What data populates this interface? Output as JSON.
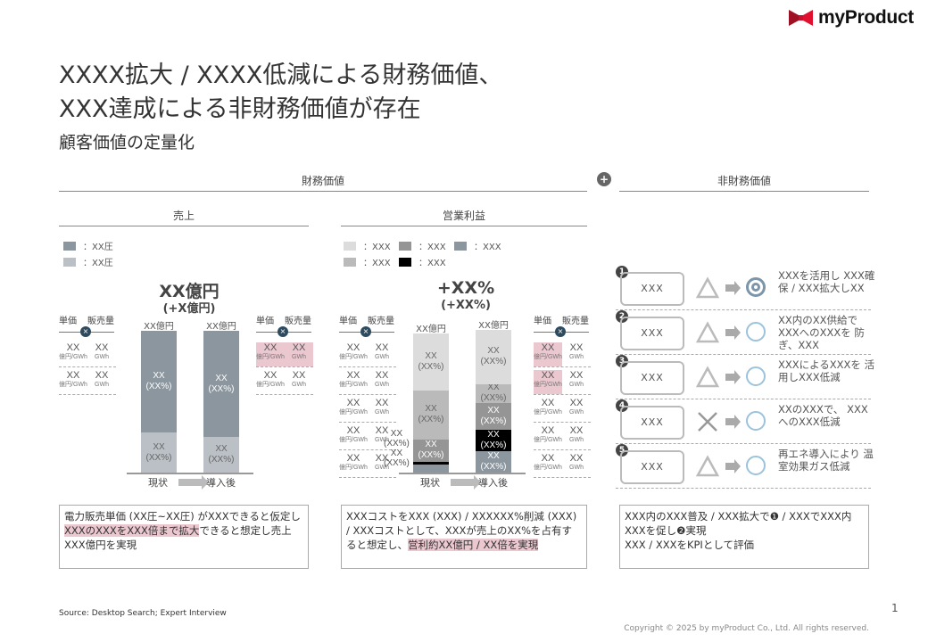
{
  "brand": {
    "name": "myProduct",
    "color": "#c8102e"
  },
  "title": {
    "line1": "XXXX拡大 / XXXX低減による財務価値、",
    "line2": "XXX達成による非財務価値が存在",
    "subtitle": "顧客価値の定量化"
  },
  "sections": {
    "financial": "財務価値",
    "plus": "+",
    "non_financial": "非財務価値",
    "sales": "売上",
    "op_profit": "営業利益"
  },
  "sales_chart": {
    "legend": [
      {
        "label": "：XX圧",
        "color": "#8b969e"
      },
      {
        "label": "：XX圧",
        "color": "#bac0c6"
      }
    ],
    "headline": "XX億円",
    "sub": "(+X億円)",
    "x_labels": [
      "現状",
      "導入後"
    ],
    "bars": [
      {
        "total": "XX億円",
        "segments": [
          {
            "v": "XX",
            "p": "(XX%)",
            "share": 72,
            "color": "#8b969e"
          },
          {
            "v": "XX",
            "p": "(XX%)",
            "share": 28,
            "color": "#bac0c6"
          }
        ]
      },
      {
        "total": "XX億円",
        "segments": [
          {
            "v": "XX",
            "p": "(XX%)",
            "share": 75,
            "color": "#8b969e"
          },
          {
            "v": "XX",
            "p": "(XX%)",
            "share": 25,
            "color": "#bac0c6"
          }
        ]
      }
    ],
    "side_header": [
      "単価",
      "販売量"
    ],
    "mult": "×",
    "left_rows": [
      {
        "a": "XX",
        "au": "億円/GWh",
        "b": "XX",
        "bu": "GWh"
      },
      {
        "a": "XX",
        "au": "億円/GWh",
        "b": "XX",
        "bu": "GWh"
      }
    ],
    "right_rows": [
      {
        "a": "XX",
        "au": "億円/GWh",
        "b": "XX",
        "bu": "GWh",
        "ha": true,
        "hb": true
      },
      {
        "a": "XX",
        "au": "億円/GWh",
        "b": "XX",
        "bu": "GWh"
      }
    ]
  },
  "profit_chart": {
    "legend": [
      {
        "label": "：XXX",
        "color": "#dcdcdc"
      },
      {
        "label": "：XXX",
        "color": "#959595"
      },
      {
        "label": "：XXX",
        "color": "#8b969e"
      },
      {
        "label": "：XXX",
        "color": "#bababa"
      },
      {
        "label": "：XXX",
        "color": "#000000"
      }
    ],
    "headline": "+XX%",
    "sub": "(+XX%)",
    "x_labels": [
      "現状",
      "導入後"
    ],
    "bars": [
      {
        "total": "XX億円",
        "segments": [
          {
            "v": "XX",
            "p": "(XX%)",
            "share": 41,
            "color": "#dcdcdc"
          },
          {
            "v": "XX",
            "p": "(XX%)",
            "share": 35,
            "color": "#bababa"
          },
          {
            "v": "XX",
            "p": "(XX%)",
            "share": 16,
            "color": "#959595"
          },
          {
            "v": "",
            "p": "",
            "share": 2,
            "color": "#000000"
          },
          {
            "v": "",
            "p": "",
            "share": 6,
            "color": "#8b969e"
          }
        ]
      },
      {
        "total": "XX億円",
        "segments": [
          {
            "v": "XX",
            "p": "(XX%)",
            "share": 38,
            "color": "#dcdcdc"
          },
          {
            "v": "XX",
            "p": "(XX%)",
            "share": 13,
            "color": "#bababa"
          },
          {
            "v": "XX",
            "p": "(XX%)",
            "share": 19,
            "color": "#959595"
          },
          {
            "v": "XX",
            "p": "(XX%)",
            "share": 15,
            "color": "#000000"
          },
          {
            "v": "XX",
            "p": "(XX%)",
            "share": 15,
            "color": "#8b969e"
          }
        ]
      }
    ],
    "small_labels": [
      {
        "v": "XX",
        "p": "(XX%)"
      },
      {
        "v": "XX",
        "p": "(XX%)"
      }
    ],
    "side_header": [
      "単価",
      "販売量"
    ],
    "mult": "×",
    "left_rows": [
      {
        "a": "XX",
        "au": "億円/GWh",
        "b": "XX",
        "bu": "GWh"
      },
      {
        "a": "XX",
        "au": "億円/GWh",
        "b": "XX",
        "bu": "GWh"
      },
      {
        "a": "XX",
        "au": "億円/GWh",
        "b": "XX",
        "bu": "GWh"
      },
      {
        "a": "XX",
        "au": "億円/GWh",
        "b": "XX",
        "bu": "GWh"
      },
      {
        "a": "XX",
        "au": "億円/GWh",
        "b": "XX",
        "bu": "GWh"
      }
    ],
    "right_rows": [
      {
        "a": "XX",
        "au": "億円/GWh",
        "b": "XX",
        "bu": "GWh",
        "ha": true
      },
      {
        "a": "XX",
        "au": "億円/GWh",
        "b": "XX",
        "bu": "GWh",
        "ha": true
      },
      {
        "a": "XX",
        "au": "億円/GWh",
        "b": "XX",
        "bu": "GWh"
      },
      {
        "a": "XX",
        "au": "億円/GWh",
        "b": "XX",
        "bu": "GWh"
      },
      {
        "a": "XX",
        "au": "億円/GWh",
        "b": "XX",
        "bu": "GWh"
      }
    ]
  },
  "non_financial": [
    {
      "num": "1",
      "box": "XXX",
      "from": "triangle",
      "to": "double-circle",
      "text": "XXXを活用し XXX確保 / XXX拡大しXX"
    },
    {
      "num": "2",
      "box": "XXX",
      "from": "triangle",
      "to": "circle",
      "text": "XX内のXX供給で XXXへのXXXを 防ぎ、XXX"
    },
    {
      "num": "3",
      "box": "XXX",
      "from": "triangle",
      "to": "circle",
      "text": "XXXによるXXXを 活用しXXX低減"
    },
    {
      "num": "4",
      "box": "XXX",
      "from": "cross",
      "to": "circle",
      "text": "XXのXXXで、 XXXへのXXX低減"
    },
    {
      "num": "5",
      "box": "XXX",
      "from": "triangle",
      "to": "circle",
      "text": "再エネ導入により 温室効果ガス低減"
    }
  ],
  "notes": [
    {
      "parts": [
        {
          "t": "電力販売単価 (XX圧~XX圧) がXXXできると仮定し"
        },
        {
          "t": "XXXのXXXをXXX倍まで拡大",
          "hl": true
        },
        {
          "t": "できると想定し売上XXX億円を実現"
        }
      ]
    },
    {
      "parts": [
        {
          "t": "XXXコストをXXX (XXX) / XXXXXX%削減 (XXX) / XXXコストとして、XXXが売上のXX%を占有すると想定し、"
        },
        {
          "t": "営利約XX億円 / XX倍を実現",
          "hl": true
        }
      ]
    },
    {
      "parts": [
        {
          "t": "XXX内のXXX普及 / XXX拡大で❶ / XXXでXXX内XXXを促し❷実現"
        },
        {
          "t": "XXX / XXXをKPIとして評価",
          "br": true
        }
      ]
    }
  ],
  "footer": {
    "source": "Source: Desktop Search; Expert Interview",
    "page": "1",
    "copyright": "Copyright © 2025 by myProduct Co., Ltd.  All rights reserved."
  }
}
